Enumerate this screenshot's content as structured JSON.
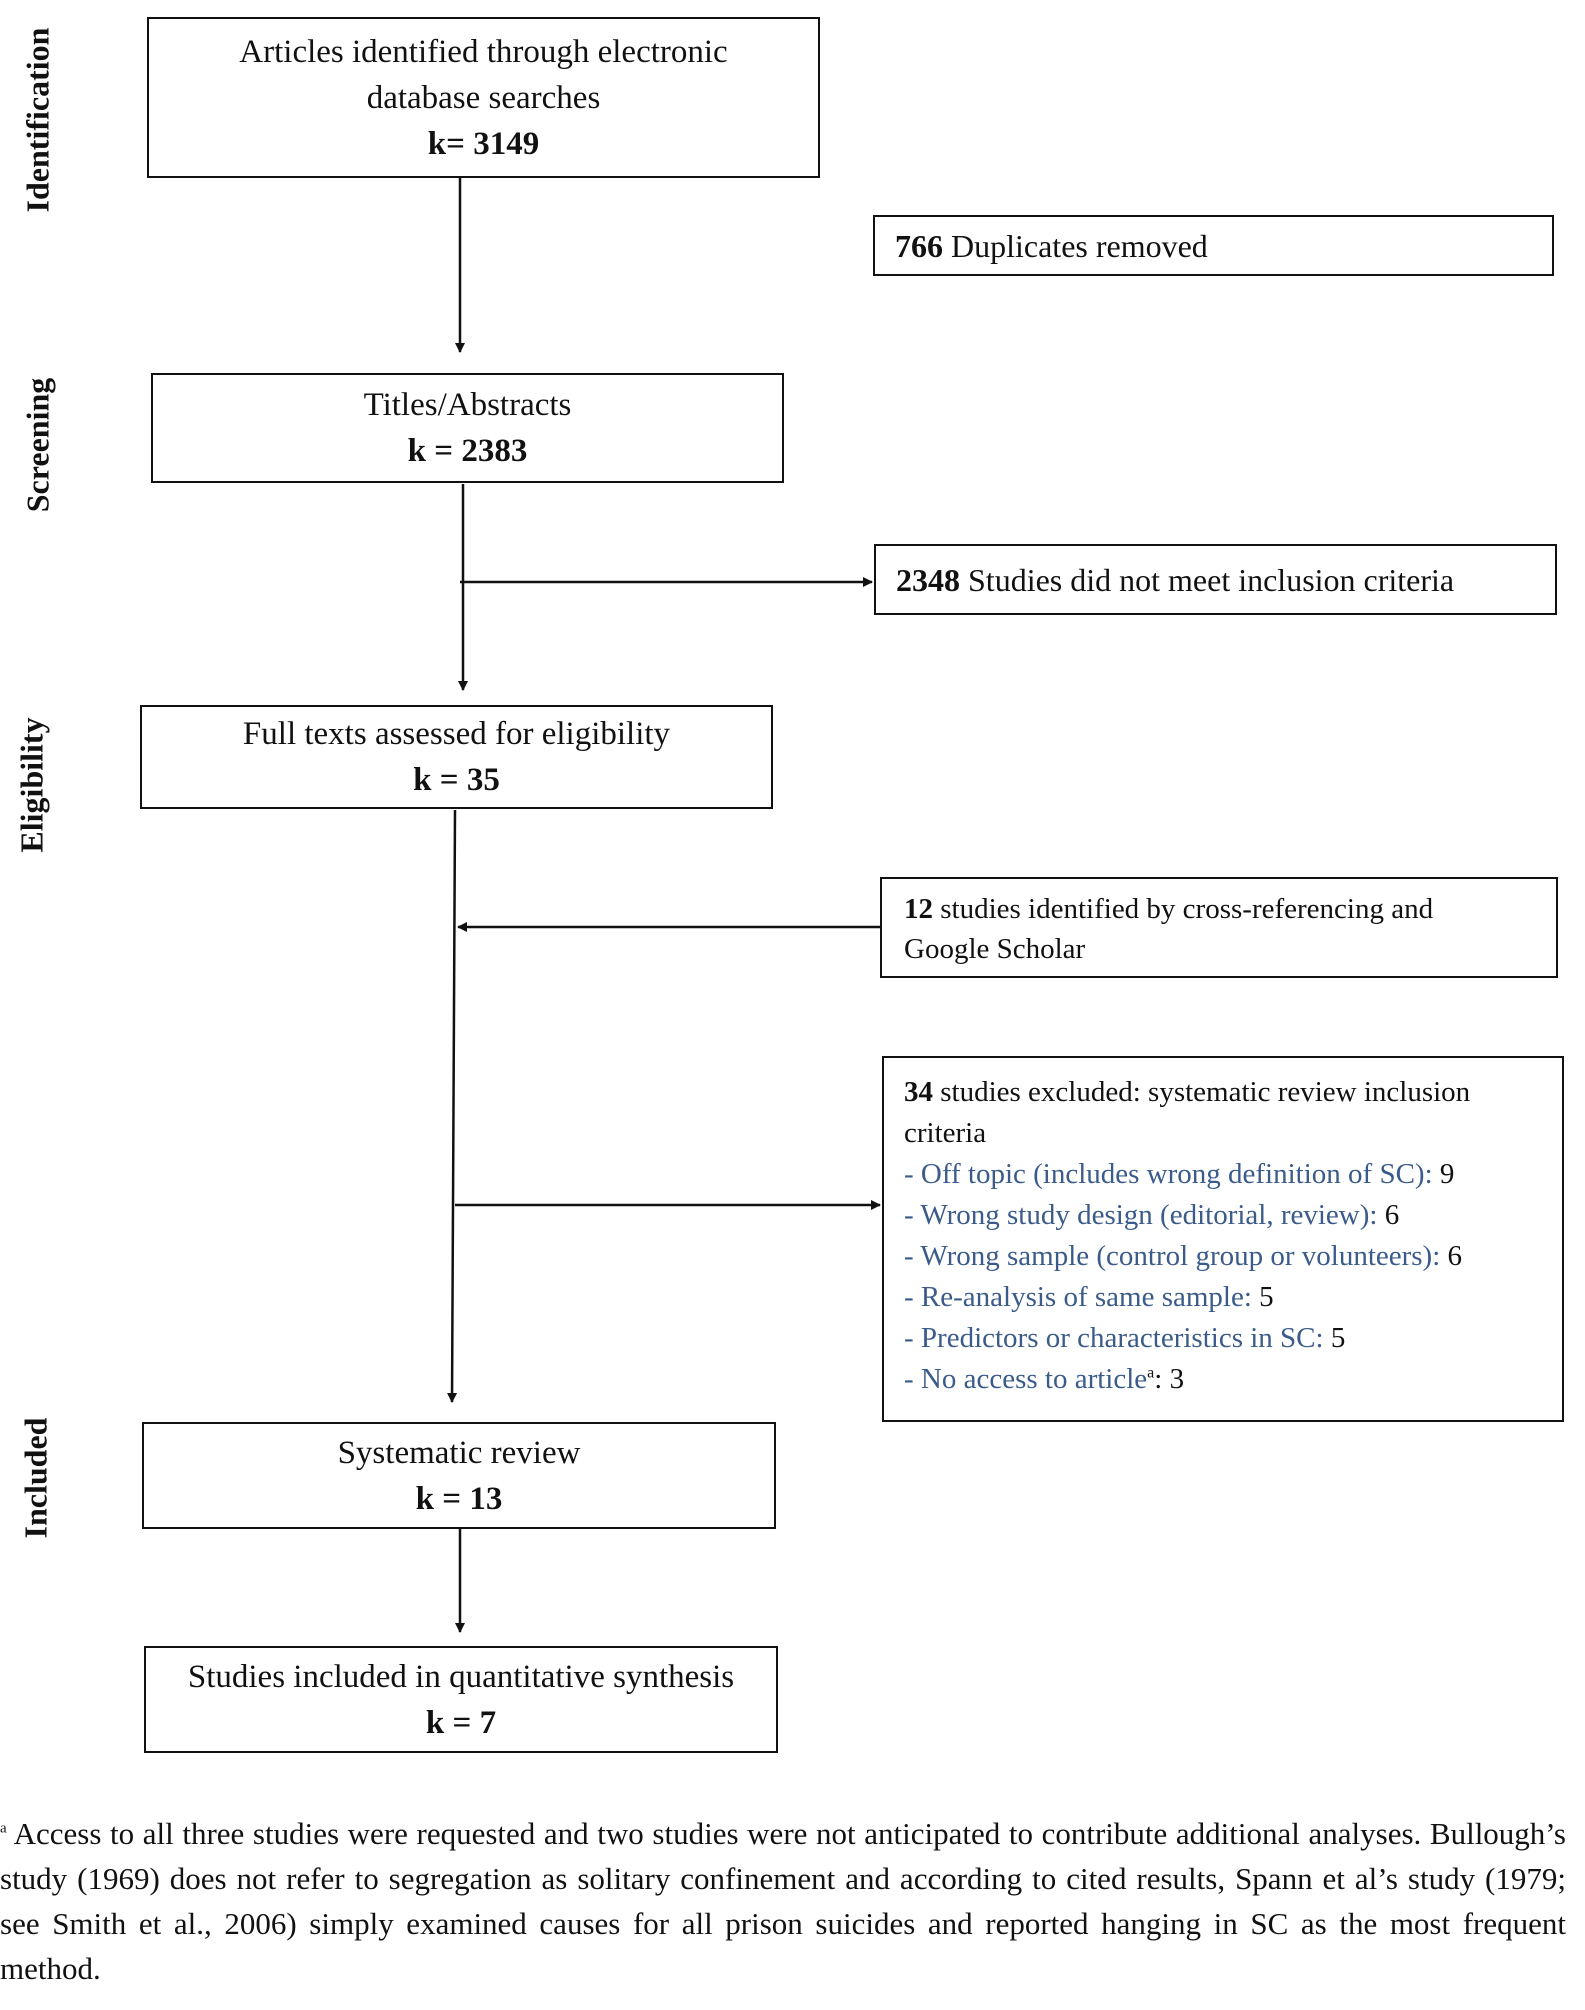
{
  "stages": {
    "identification": "Identification",
    "screening": "Screening",
    "eligibility": "Eligibility",
    "included": "Included"
  },
  "boxes": {
    "identified": {
      "label_line1": "Articles identified through electronic",
      "label_line2": "database searches",
      "k": "k= 3149"
    },
    "duplicates": {
      "count": "766",
      "text": "Duplicates removed"
    },
    "titles": {
      "label": "Titles/Abstracts",
      "k": "k = 2383"
    },
    "not_meet": {
      "count": "2348",
      "text": "Studies did not meet inclusion  criteria"
    },
    "fulltext": {
      "label": "Full texts assessed for eligibility",
      "k": "k = 35"
    },
    "cross_ref": {
      "count": "12",
      "text_line1": "studies identified by cross-referencing and",
      "text_line2": "Google Scholar"
    },
    "excluded": {
      "count": "34",
      "heading_line1": "studies excluded: systematic review inclusion",
      "heading_line2": "criteria",
      "reasons": [
        {
          "label": "- Off topic (includes wrong definition of SC):",
          "value": "9"
        },
        {
          "label": "- Wrong study design (editorial, review):",
          "value": "6"
        },
        {
          "label": "- Wrong sample (control group or volunteers):",
          "value": "6"
        },
        {
          "label": "- Re-analysis of same sample:",
          "value": "5"
        },
        {
          "label": "- Predictors or characteristics in SC:",
          "value": "5"
        },
        {
          "label": "- No access to article",
          "sup": "a",
          "value": "3"
        }
      ]
    },
    "systematic": {
      "label": "Systematic review",
      "k": "k = 13"
    },
    "quantitative": {
      "label": "Studies included in quantitative synthesis",
      "k": "k = 7"
    }
  },
  "footnote": {
    "marker": "a",
    "text": " Access to all three studies were requested and two studies were not anticipated to contribute additional analyses. Bullough’s study (1969) does not refer to segregation as solitary confinement and according to cited results, Spann et al’s study (1979; see Smith et al., 2006) simply examined causes for all prison suicides and reported hanging in SC as the most frequent method."
  }
}
